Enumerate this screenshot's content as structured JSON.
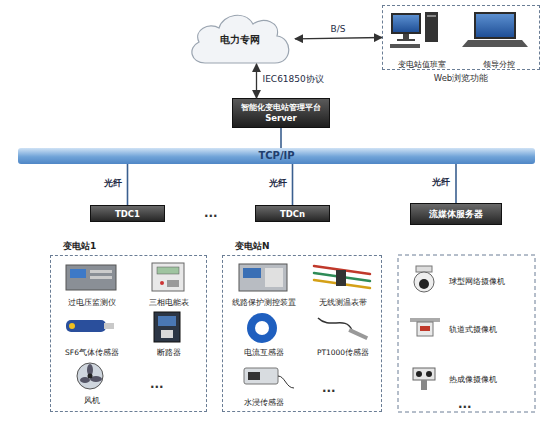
{
  "diagram": {
    "nodes": [
      {
        "text": [
          "电力专网"
        ]
      },
      {
        "text": [
          "Web浏览功能"
        ]
      },
      {
        "text": [
          "变电站值班室"
        ],
        "in": 1
      },
      {
        "text": [
          "领导分控"
        ],
        "in": 1
      },
      {
        "text": [
          "智能化变电站管理平台",
          "Server"
        ]
      },
      {
        "text": [
          "TCP/IP"
        ]
      },
      {
        "text": [
          "TDC1"
        ]
      },
      {
        "text": [
          "TDCn"
        ]
      },
      {
        "text": [
          "流媒体服务器"
        ]
      },
      {
        "text": [
          "变电站1"
        ]
      },
      {
        "text": [
          "过电压监测仪"
        ],
        "in": 9
      },
      {
        "text": [
          "三相电能表"
        ],
        "in": 9
      },
      {
        "text": [
          "SF6气体传感器"
        ],
        "in": 9
      },
      {
        "text": [
          "断路器"
        ],
        "in": 9
      },
      {
        "text": [
          "风机"
        ],
        "in": 9
      },
      {
        "text": [
          "变电站N"
        ]
      },
      {
        "text": [
          "线路保护测控装置"
        ],
        "in": 15
      },
      {
        "text": [
          "无线测温表带"
        ],
        "in": 15
      },
      {
        "text": [
          "电流互感器"
        ],
        "in": 15
      },
      {
        "text": [
          "PT1000传感器"
        ],
        "in": 15
      },
      {
        "text": [
          "水浸传感器"
        ],
        "in": 15
      },
      {
        "text": [
          "球型网络摄像机"
        ]
      },
      {
        "text": [
          "轨道式摄像机"
        ]
      },
      {
        "text": [
          "热成像摄像机"
        ]
      }
    ],
    "edges": [
      {
        "from": 0,
        "to": 1,
        "arrow": "both",
        "label": "B/S"
      },
      {
        "from": 0,
        "to": 4,
        "arrow": "both",
        "label": "IEC61850协议"
      },
      {
        "from": 4,
        "to": 5,
        "arrow": "none"
      },
      {
        "from": 5,
        "to": 6,
        "arrow": "none",
        "label": "光纤"
      },
      {
        "from": 5,
        "to": 7,
        "arrow": "none",
        "label": "光纤"
      },
      {
        "from": 5,
        "to": 8,
        "arrow": "none",
        "label": "光纤"
      }
    ],
    "labels": [
      "...",
      "...",
      "...",
      "..."
    ]
  }
}
